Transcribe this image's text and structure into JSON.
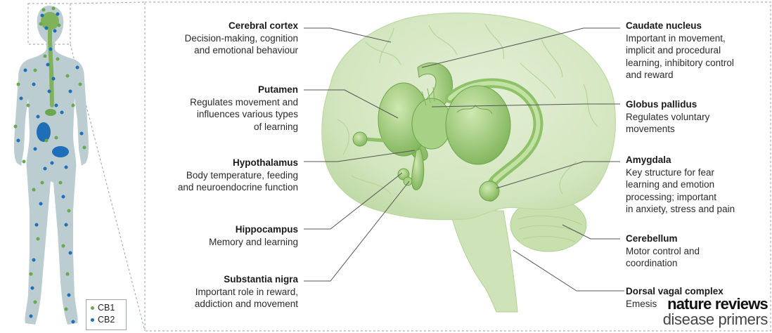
{
  "labels": {
    "cerebral_cortex": {
      "title": "Cerebral cortex",
      "desc": [
        "Decision-making, cognition",
        "and emotional behaviour"
      ]
    },
    "putamen": {
      "title": "Putamen",
      "desc": [
        "Regulates movement and",
        "influences various types",
        "of learning"
      ]
    },
    "hypothalamus": {
      "title": "Hypothalamus",
      "desc": [
        "Body temperature, feeding",
        "and neuroendocrine function"
      ]
    },
    "hippocampus": {
      "title": "Hippocampus",
      "desc": [
        "Memory and learning"
      ]
    },
    "substantia_nigra": {
      "title": "Substantia nigra",
      "desc": [
        "Important role in reward,",
        "addiction and movement"
      ]
    },
    "caudate_nucleus": {
      "title": "Caudate nucleus",
      "desc": [
        "Important in movement,",
        "implicit and procedural",
        "learning, inhibitory control",
        "and reward"
      ]
    },
    "globus_pallidus": {
      "title": "Globus pallidus",
      "desc": [
        "Regulates voluntary",
        "movements"
      ]
    },
    "amygdala": {
      "title": "Amygdala",
      "desc": [
        "Key structure for fear",
        "learning and emotion",
        "processing; important",
        "in anxiety, stress and pain"
      ]
    },
    "cerebellum": {
      "title": "Cerebellum",
      "desc": [
        "Motor control and",
        "coordination"
      ]
    },
    "dorsal_vagal_complex": {
      "title": "Dorsal vagal complex",
      "desc": [
        "Emesis"
      ]
    }
  },
  "legend": {
    "cb1": "CB1",
    "cb2": "CB2"
  },
  "colors": {
    "cb1": "#6aa84f",
    "cb2": "#1f6fb8",
    "brain": "#cfe3b8",
    "brain_dark": "#8fbd6f",
    "body": "#bccdd2"
  },
  "brand": {
    "line1": "nature reviews",
    "line2": "disease primers"
  }
}
